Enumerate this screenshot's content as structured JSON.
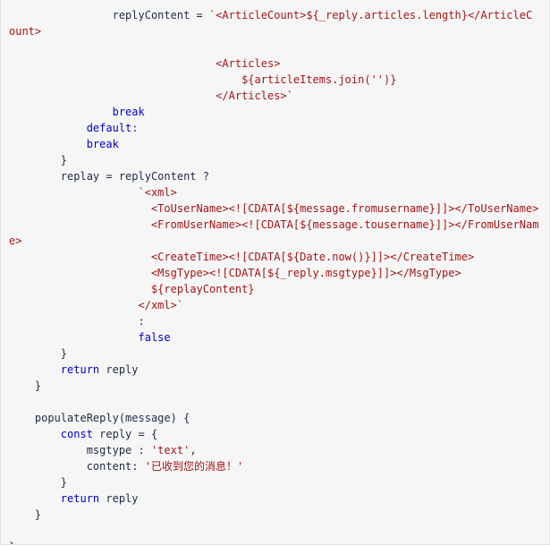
{
  "editor": {
    "lines": [
      [
        {
          "t": "                replyContent = ",
          "c": "plain"
        },
        {
          "t": "`<ArticleCount>${_reply.articles.length}</ArticleC",
          "c": "str"
        }
      ],
      [
        {
          "t": "ount>",
          "c": "str"
        }
      ],
      [
        {
          "t": "",
          "c": "plain"
        }
      ],
      [
        {
          "t": "                                <Articles>",
          "c": "str"
        }
      ],
      [
        {
          "t": "                                    ${articleItems.join('')}",
          "c": "str"
        }
      ],
      [
        {
          "t": "                                </Articles>`",
          "c": "str"
        }
      ],
      [
        {
          "t": "                ",
          "c": "plain"
        },
        {
          "t": "break",
          "c": "kw"
        }
      ],
      [
        {
          "t": "            ",
          "c": "plain"
        },
        {
          "t": "default",
          "c": "kw"
        },
        {
          "t": ":",
          "c": "plain"
        }
      ],
      [
        {
          "t": "            ",
          "c": "plain"
        },
        {
          "t": "break",
          "c": "kw"
        }
      ],
      [
        {
          "t": "        }",
          "c": "plain"
        }
      ],
      [
        {
          "t": "        replay = replyContent ?",
          "c": "plain"
        }
      ],
      [
        {
          "t": "                    `<xml>",
          "c": "str"
        }
      ],
      [
        {
          "t": "                      <ToUserName><![CDATA[${message.fromusername}]]></ToUserName>",
          "c": "str"
        }
      ],
      [
        {
          "t": "                      <FromUserName><![CDATA[${message.tousername}]]></FromUserNam",
          "c": "str"
        }
      ],
      [
        {
          "t": "e>",
          "c": "str"
        }
      ],
      [
        {
          "t": "                      <CreateTime><![CDATA[${Date.now()}]]></CreateTime>",
          "c": "str"
        }
      ],
      [
        {
          "t": "                      <MsgType><![CDATA[${_reply.msgtype}]]></MsgType>",
          "c": "str"
        }
      ],
      [
        {
          "t": "                      ${replayContent}",
          "c": "str"
        }
      ],
      [
        {
          "t": "                    </xml>`",
          "c": "str"
        }
      ],
      [
        {
          "t": "                    :",
          "c": "plain"
        }
      ],
      [
        {
          "t": "                    ",
          "c": "plain"
        },
        {
          "t": "false",
          "c": "kw"
        }
      ],
      [
        {
          "t": "        }",
          "c": "plain"
        }
      ],
      [
        {
          "t": "        ",
          "c": "plain"
        },
        {
          "t": "return",
          "c": "kw"
        },
        {
          "t": " reply",
          "c": "plain"
        }
      ],
      [
        {
          "t": "    }",
          "c": "plain"
        }
      ],
      [
        {
          "t": "",
          "c": "plain"
        }
      ],
      [
        {
          "t": "    populateReply(message) {",
          "c": "plain"
        }
      ],
      [
        {
          "t": "        ",
          "c": "plain"
        },
        {
          "t": "const",
          "c": "kw"
        },
        {
          "t": " reply = {",
          "c": "plain"
        }
      ],
      [
        {
          "t": "            msgtype : ",
          "c": "plain"
        },
        {
          "t": "'text'",
          "c": "str"
        },
        {
          "t": ",",
          "c": "plain"
        }
      ],
      [
        {
          "t": "            content: ",
          "c": "plain"
        },
        {
          "t": "'已收到您的消息！'",
          "c": "str"
        }
      ],
      [
        {
          "t": "        }",
          "c": "plain"
        }
      ],
      [
        {
          "t": "        ",
          "c": "plain"
        },
        {
          "t": "return",
          "c": "kw"
        },
        {
          "t": " reply",
          "c": "plain"
        }
      ],
      [
        {
          "t": "    }",
          "c": "plain"
        }
      ],
      [
        {
          "t": "",
          "c": "plain"
        }
      ],
      [
        {
          "t": "}",
          "c": "plain"
        }
      ]
    ]
  },
  "colors": {
    "background": "#f6f6f6",
    "plain": "#1f2a44",
    "string": "#a31515",
    "keyword": "#0000cc"
  }
}
